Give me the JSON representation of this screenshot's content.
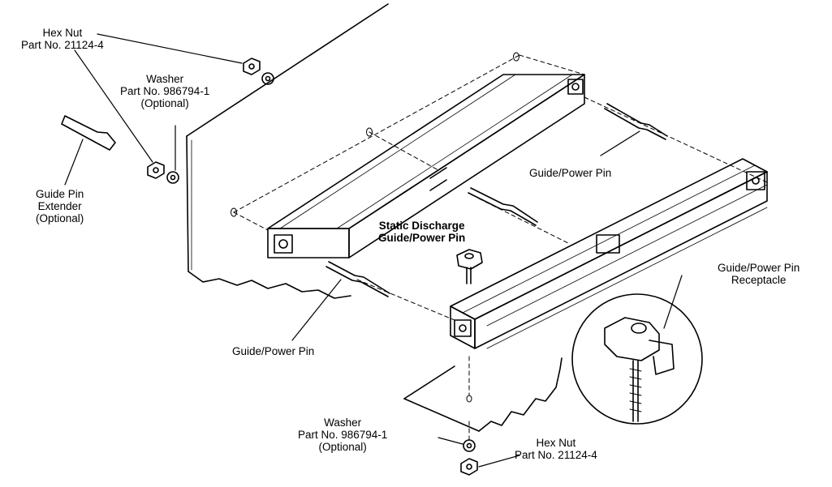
{
  "labels": {
    "hex_nut_top": {
      "name": "Hex Nut",
      "part": "Part No. 21124-4"
    },
    "washer_top": {
      "name": "Washer",
      "part": "Part No. 986794-1",
      "note": "(Optional)"
    },
    "guide_pin_extender": {
      "line1": "Guide Pin",
      "line2": "Extender",
      "line3": "(Optional)"
    },
    "guide_power_pin_upper": "Guide/Power Pin",
    "static_discharge": {
      "line1": "Static Discharge",
      "line2": "Guide/Power Pin"
    },
    "guide_power_pin_receptacle": {
      "line1": "Guide/Power Pin",
      "line2": "Receptacle"
    },
    "guide_power_pin_lower": "Guide/Power Pin",
    "washer_bottom": {
      "name": "Washer",
      "part": "Part No. 986794-1",
      "note": "(Optional)"
    },
    "hex_nut_bottom": {
      "name": "Hex Nut",
      "part": "Part No. 21124-4"
    }
  }
}
